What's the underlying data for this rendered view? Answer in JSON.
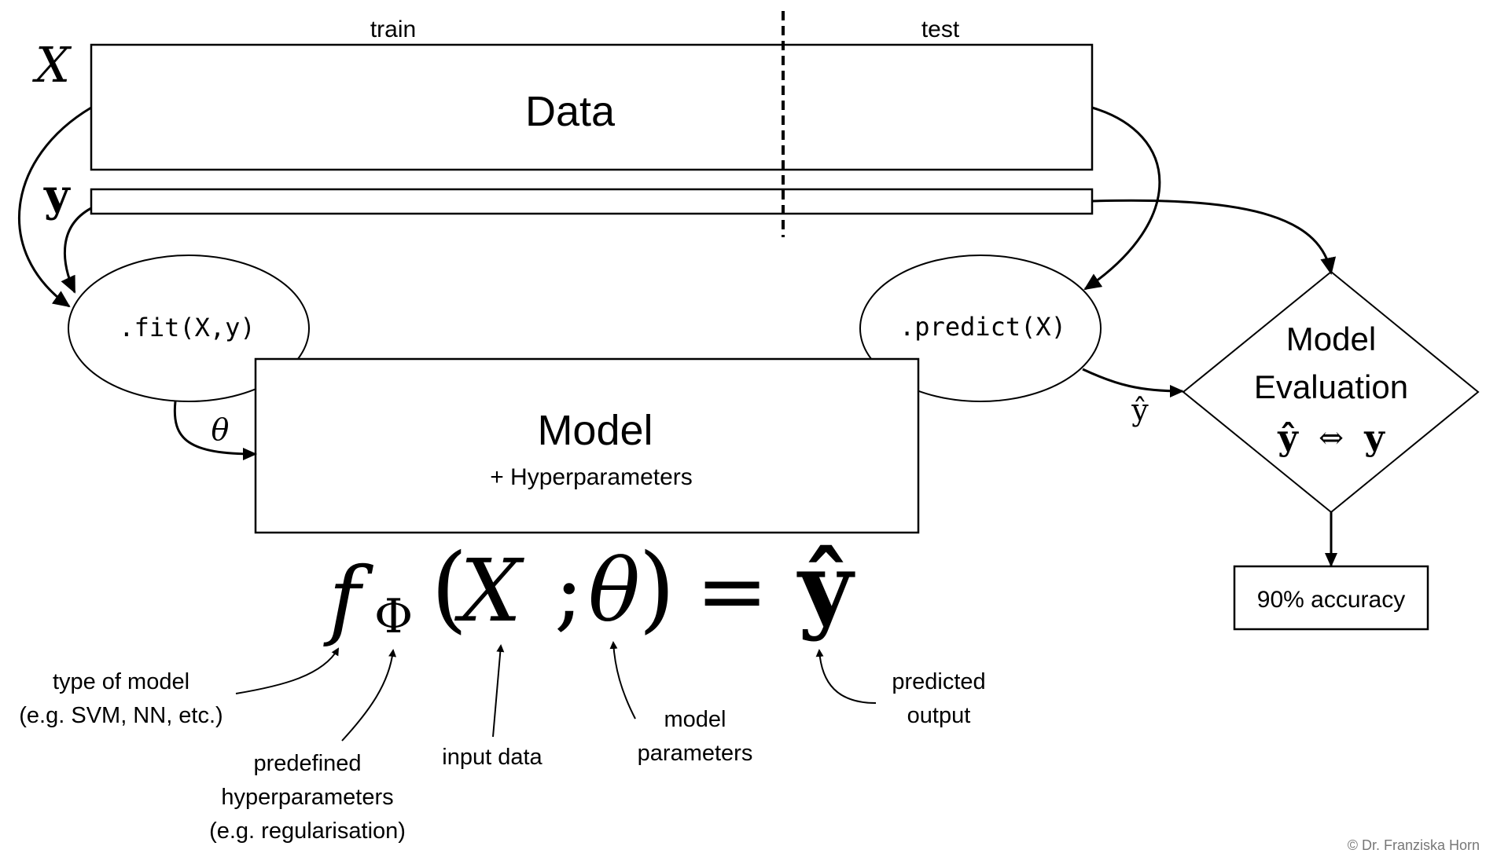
{
  "data_section": {
    "train_label": "train",
    "test_label": "test",
    "x_symbol": "X",
    "y_symbol": "y",
    "data_label": "Data"
  },
  "fit_node": {
    "label": ".fit(X,y)"
  },
  "predict_node": {
    "label": ".predict(X)"
  },
  "model_box": {
    "title": "Model",
    "subtitle": "+ Hyperparameters"
  },
  "edges": {
    "theta_label": "θ",
    "yhat_label": "ŷ"
  },
  "evaluation": {
    "line1": "Model",
    "line2": "Evaluation",
    "comparison_left": "ŷ",
    "comparison_op": "⇔",
    "comparison_right": "y"
  },
  "result": {
    "label": "90% accuracy"
  },
  "formula": {
    "f": "f",
    "subscript": "Φ",
    "open_paren": "(",
    "x": "X",
    "semicolon": ";",
    "theta": "θ",
    "close_paren": ")",
    "equals": "=",
    "yhat": "ŷ"
  },
  "annotations": {
    "type_of_model": [
      "type of model",
      "(e.g. SVM, NN, etc.)"
    ],
    "hyperparameters": [
      "predefined",
      "hyperparameters",
      "(e.g. regularisation)"
    ],
    "input_data": [
      "input data"
    ],
    "model_parameters": [
      "model",
      "parameters"
    ],
    "predicted_output": [
      "predicted",
      "output"
    ]
  },
  "copyright": "© Dr. Franziska Horn"
}
